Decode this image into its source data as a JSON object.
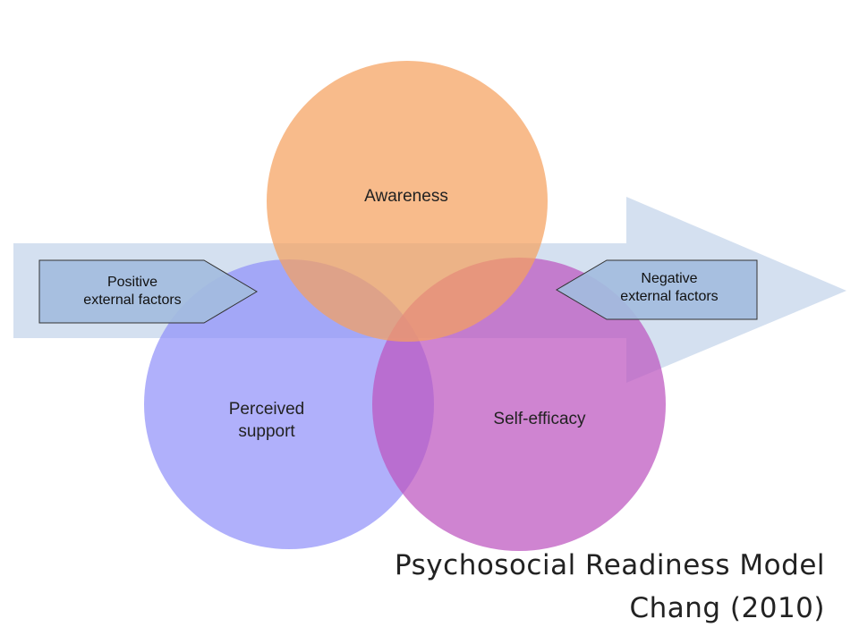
{
  "diagram": {
    "circles": {
      "awareness": {
        "label": "Awareness",
        "color": "#f5a15e"
      },
      "perceived_support": {
        "line1": "Perceived",
        "line2": "support",
        "color": "#8f8ffa"
      },
      "self_efficacy": {
        "label": "Self-efficacy",
        "color": "#bc55bf"
      }
    },
    "arrow": {
      "color": "#b9cde6"
    },
    "factors": {
      "positive": {
        "line1": "Positive",
        "line2": "external factors",
        "color": "#a3bcde"
      },
      "negative": {
        "line1": "Negative",
        "line2": "external factors",
        "color": "#a3bcde"
      }
    }
  },
  "caption": {
    "title": "Psychosocial Readiness Model",
    "author": "Chang (2010)"
  }
}
